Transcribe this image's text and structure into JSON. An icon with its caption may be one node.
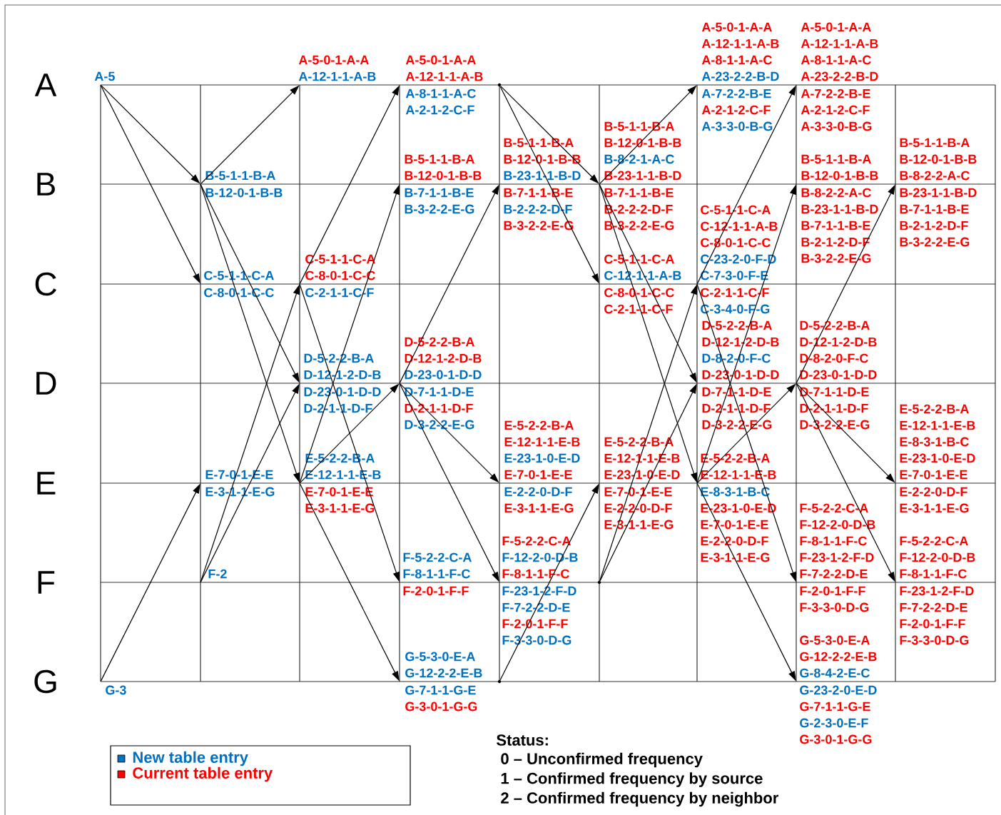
{
  "diagram": {
    "nodes": [
      {
        "text": [
          "A-5"
        ]
      },
      {
        "text": [
          "G-3"
        ]
      },
      {
        "text": [
          "B-5-1-1-B-A",
          "B-12-0-1-B-B"
        ]
      },
      {
        "text": [
          "C-5-1-1-C-A",
          "C-8-0-1-C-C"
        ]
      },
      {
        "text": [
          "E-7-0-1-E-E",
          "E-3-1-1-E-G"
        ]
      },
      {
        "text": [
          "F-2"
        ]
      },
      {
        "text": [
          "A-5-0-1-A-A",
          "A-12-1-1-A-B"
        ]
      },
      {
        "text": [
          "C-5-1-1-C-A",
          "C-8-0-1-C-C",
          "C-2-1-1-C-F"
        ]
      },
      {
        "text": [
          "D-5-2-2-B-A",
          "D-12-1-2-D-B",
          "D-23-0-1-D-D",
          "D-2-1-1-D-F"
        ]
      },
      {
        "text": [
          "E-5-2-2-B-A",
          "E-12-1-1-E-B",
          "E-7-0-1-E-E",
          "E-3-1-1-E-G"
        ]
      },
      {
        "text": [
          "A-5-0-1-A-A",
          "A-12-1-1-A-B",
          "A-8-1-1-A-C",
          "A-2-1-2-C-F"
        ]
      },
      {
        "text": [
          "B-5-1-1-B-A",
          "B-12-0-1-B-B",
          "B-7-1-1-B-E",
          "B-3-2-2-E-G"
        ]
      },
      {
        "text": [
          "D-5-2-2-B-A",
          "D-12-1-2-D-B",
          "D-23-0-1-D-D",
          "D-7-1-1-D-E",
          "D-2-1-1-D-F",
          "D-3-2-2-E-G"
        ]
      },
      {
        "text": [
          "F-5-2-2-C-A",
          "F-8-1-1-F-C",
          "F-2-0-1-F-F"
        ]
      },
      {
        "text": [
          "G-5-3-0-E-A",
          "G-12-2-2-E-B",
          "G-7-1-1-G-E",
          "G-3-0-1-G-G"
        ]
      },
      {
        "text": [
          "B-5-1-1-B-A",
          "B-12-0-1-B-B",
          "B-23-1-1-B-D",
          "B-7-1-1-B-E",
          "B-2-2-2-D-F",
          "B-3-2-2-E-G"
        ]
      },
      {
        "text": [
          "E-5-2-2-B-A",
          "E-12-1-1-E-B",
          "E-23-1-0-E-D",
          "E-7-0-1-E-E",
          "E-2-2-0-D-F",
          "E-3-1-1-E-G"
        ]
      },
      {
        "text": [
          "F-5-2-2-C-A",
          "F-12-2-0-D-B",
          "F-8-1-1-F-C",
          "F-23-1-2-F-D",
          "F-7-2-2-D-E",
          "F-2-0-1-F-F",
          "F-3-3-0-D-G"
        ]
      },
      {
        "text": [
          "B-5-1-1-B-A",
          "B-12-0-1-B-B",
          "B-8-2-1-A-C",
          "B-23-1-1-B-D",
          "B-7-1-1-B-E",
          "B-2-2-2-D-F",
          "B-3-2-2-E-G"
        ]
      },
      {
        "text": [
          "C-5-1-1-C-A",
          "C-12-1-1-A-B",
          "C-8-0-1-C-C",
          "C-2-1-1-C-F"
        ]
      },
      {
        "text": [
          "E-5-2-2-B-A",
          "E-12-1-1-E-B",
          "E-23-1-0-E-D",
          "E-7-0-1-E-E",
          "E-2-2-0-D-F",
          "E-3-1-1-E-G"
        ]
      },
      {
        "text": [
          "A-5-0-1-A-A",
          "A-12-1-1-A-B",
          "A-8-1-1-A-C",
          "A-23-2-2-B-D",
          "A-7-2-2-B-E",
          "A-2-1-2-C-F",
          "A-3-3-0-B-G"
        ]
      },
      {
        "text": [
          "C-5-1-1-C-A",
          "C-12-1-1-A-B",
          "C-8-0-1-C-C",
          "C-23-2-0-F-D",
          "C-7-3-0-F-E",
          "C-2-1-1-C-F",
          "C-3-4-0-F-G"
        ]
      },
      {
        "text": [
          "D-5-2-2-B-A",
          "D-12-1-2-D-B",
          "D-8-2-0-F-C",
          "D-23-0-1-D-D",
          "D-7-1-1-D-E",
          "D-2-1-1-D-F",
          "D-3-2-2-E-G"
        ]
      },
      {
        "text": [
          "E-5-2-2-B-A",
          "E-12-1-1-E-B",
          "E-8-3-1-B-C",
          "E-23-1-0-E-D",
          "E-7-0-1-E-E",
          "E-2-2-0-D-F",
          "E-3-1-1-E-G"
        ]
      },
      {
        "text": [
          "A-5-0-1-A-A",
          "A-12-1-1-A-B",
          "A-8-1-1-A-C",
          "A-23-2-2-B-D",
          "A-7-2-2-B-E",
          "A-2-1-2-C-F",
          "A-3-3-0-B-G"
        ]
      },
      {
        "text": [
          "B-5-1-1-B-A",
          "B-12-0-1-B-B",
          "B-8-2-2-A-C",
          "B-23-1-1-B-D",
          "B-7-1-1-B-E",
          "B-2-1-2-D-F",
          "B-3-2-2-E-G"
        ]
      },
      {
        "text": [
          "D-5-2-2-B-A",
          "D-12-1-2-D-B",
          "D-8-2-0-F-C",
          "D-23-0-1-D-D",
          "D-7-1-1-D-E",
          "D-2-1-1-D-F",
          "D-3-2-2-E-G"
        ]
      },
      {
        "text": [
          "F-5-2-2-C-A",
          "F-12-2-0-D-B",
          "F-8-1-1-F-C",
          "F-23-1-2-F-D",
          "F-7-2-2-D-E",
          "F-2-0-1-F-F",
          "F-3-3-0-D-G"
        ]
      },
      {
        "text": [
          "G-5-3-0-E-A",
          "G-12-2-2-E-B",
          "G-8-4-2-E-C",
          "G-23-2-0-E-D",
          "G-7-1-1-G-E",
          "G-2-3-0-E-F",
          "G-3-0-1-G-G"
        ]
      },
      {
        "text": [
          "B-5-1-1-B-A",
          "B-12-0-1-B-B",
          "B-8-2-2-A-C",
          "B-23-1-1-B-D",
          "B-7-1-1-B-E",
          "B-2-1-2-D-F",
          "B-3-2-2-E-G"
        ]
      },
      {
        "text": [
          "E-5-2-2-B-A",
          "E-12-1-1-E-B",
          "E-8-3-1-B-C",
          "E-23-1-0-E-D",
          "E-7-0-1-E-E",
          "E-2-2-0-D-F",
          "E-3-1-1-E-G"
        ]
      },
      {
        "text": [
          "F-5-2-2-C-A",
          "F-12-2-0-D-B",
          "F-8-1-1-F-C",
          "F-23-1-2-F-D",
          "F-7-2-2-D-E",
          "F-2-0-1-F-F",
          "F-3-3-0-D-G"
        ]
      },
      {
        "text": [],
        "shape": "point"
      },
      {
        "text": [],
        "shape": "point"
      },
      {
        "text": [],
        "shape": "point"
      }
    ],
    "edges": [
      {
        "from": 0,
        "to": 2,
        "arrow": "to"
      },
      {
        "from": 0,
        "to": 3,
        "arrow": "to"
      },
      {
        "from": 1,
        "to": 4,
        "arrow": "to"
      },
      {
        "from": 2,
        "to": 6,
        "arrow": "to"
      },
      {
        "from": 2,
        "to": 8,
        "arrow": "to"
      },
      {
        "from": 2,
        "to": 9,
        "arrow": "to"
      },
      {
        "from": 5,
        "to": 7,
        "arrow": "to"
      },
      {
        "from": 5,
        "to": 8,
        "arrow": "to"
      },
      {
        "from": 7,
        "to": 10,
        "arrow": "to"
      },
      {
        "from": 7,
        "to": 13,
        "arrow": "to"
      },
      {
        "from": 9,
        "to": 11,
        "arrow": "to"
      },
      {
        "from": 9,
        "to": 12,
        "arrow": "to"
      },
      {
        "from": 9,
        "to": 14,
        "arrow": "to"
      },
      {
        "from": 12,
        "to": 15,
        "arrow": "to"
      },
      {
        "from": 12,
        "to": 16,
        "arrow": "to"
      },
      {
        "from": 12,
        "to": 17,
        "arrow": "to"
      },
      {
        "from": 33,
        "to": 18,
        "arrow": "to"
      },
      {
        "from": 33,
        "to": 19,
        "arrow": "to"
      },
      {
        "from": 34,
        "to": 20,
        "arrow": "to"
      },
      {
        "from": 18,
        "to": 21,
        "arrow": "to"
      },
      {
        "from": 18,
        "to": 23,
        "arrow": "to"
      },
      {
        "from": 18,
        "to": 24,
        "arrow": "to"
      },
      {
        "from": 35,
        "to": 22,
        "arrow": "to"
      },
      {
        "from": 35,
        "to": 23,
        "arrow": "to"
      },
      {
        "from": 22,
        "to": 25,
        "arrow": "to"
      },
      {
        "from": 22,
        "to": 28,
        "arrow": "to"
      },
      {
        "from": 24,
        "to": 26,
        "arrow": "to"
      },
      {
        "from": 24,
        "to": 27,
        "arrow": "to"
      },
      {
        "from": 24,
        "to": 29,
        "arrow": "to"
      },
      {
        "from": 27,
        "to": 30,
        "arrow": "to"
      },
      {
        "from": 27,
        "to": 31,
        "arrow": "to"
      },
      {
        "from": 27,
        "to": 32,
        "arrow": "to"
      }
    ],
    "labels": [
      "A",
      "B",
      "C",
      "D",
      "E",
      "F",
      "G",
      "Status:",
      "0 – Unconfirmed frequency",
      "1 – Confirmed frequency by source",
      "2 – Confirmed frequency by neighbor"
    ],
    "legend": [
      {
        "text": "New table entry",
        "color": "#0070c0"
      },
      {
        "text": "Current table entry",
        "color": "#ff0000"
      }
    ]
  }
}
